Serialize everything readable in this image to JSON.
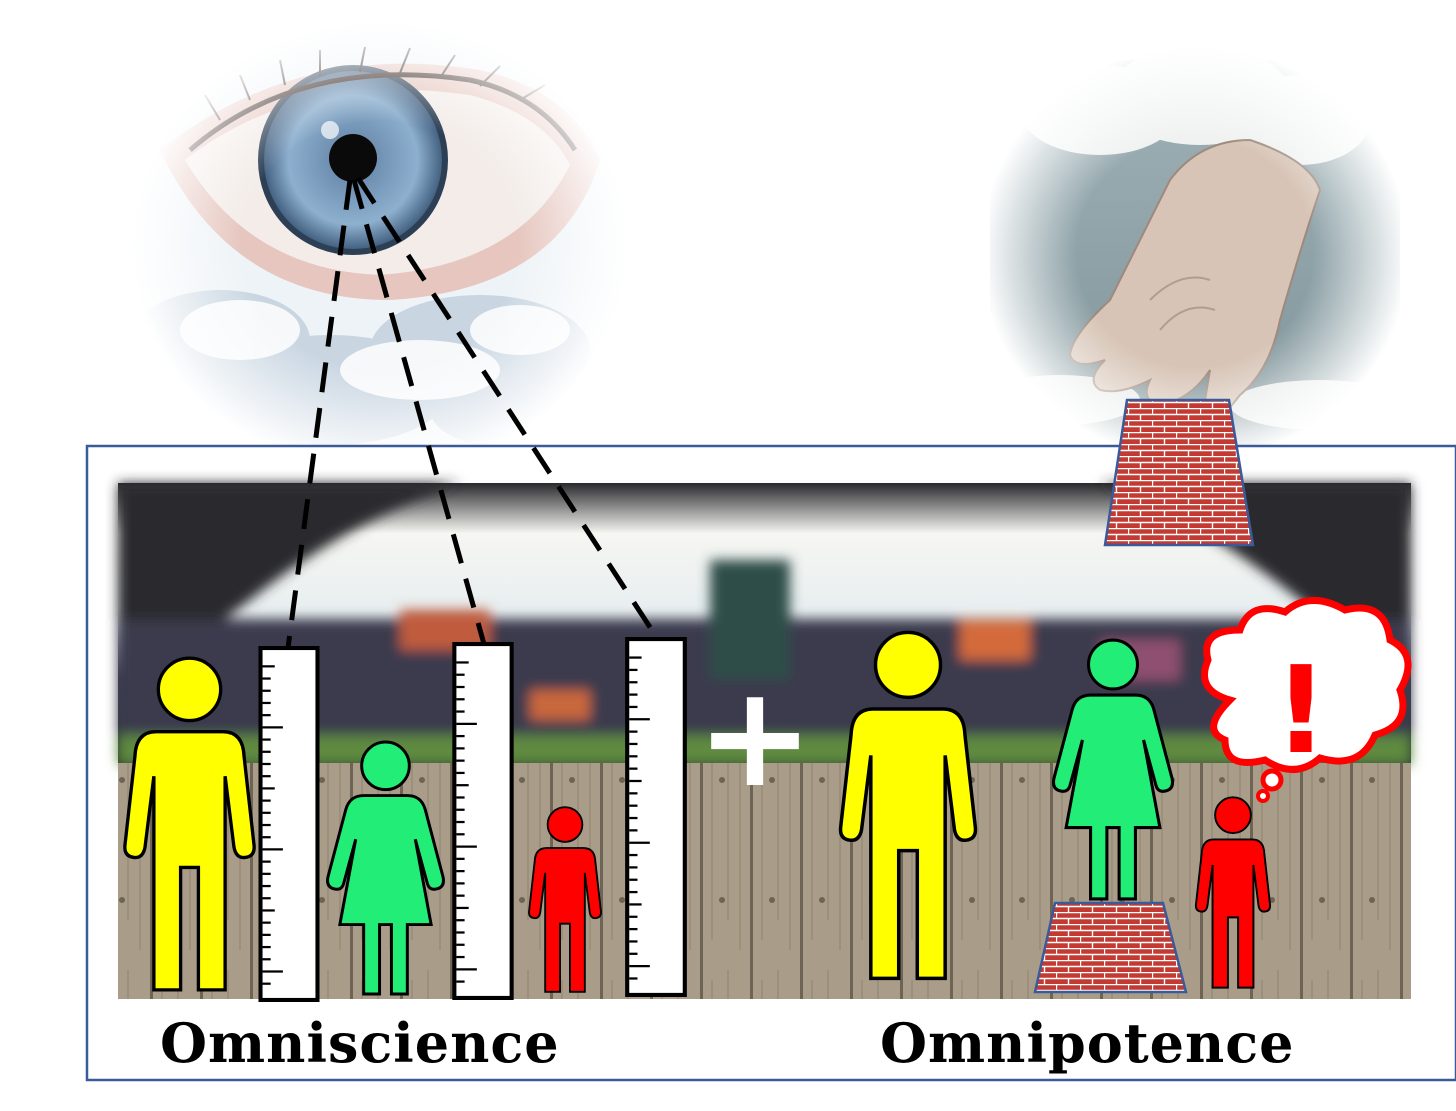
{
  "labels": {
    "left": "Omniscience",
    "right": "Omnipotence",
    "plus": "+",
    "exclamation": "!"
  },
  "colors": {
    "frame": "#3b5a9a",
    "adult": "#ffff00",
    "woman": "#22ee77",
    "child": "#ff0000",
    "brick": "#c23a32",
    "mortar": "#ffffff",
    "thought_bubble_outline": "#ff0000",
    "stadium_sky": "#f4f4ef",
    "fence": "#a99d8a",
    "grass": "#5f8a3f"
  },
  "icons": {
    "eye": "eye-icon",
    "hand": "hand-icon",
    "ruler": "ruler-icon",
    "person": "person-icon",
    "brick_box": "brick-box-icon",
    "thought_bubble": "thought-bubble-icon"
  },
  "scene": {
    "left_panel_people": [
      "adult",
      "woman",
      "child"
    ],
    "right_panel_people": [
      "adult",
      "woman-on-box",
      "child-surprised"
    ],
    "rulers_count": 3,
    "sight_lines_count": 3
  }
}
